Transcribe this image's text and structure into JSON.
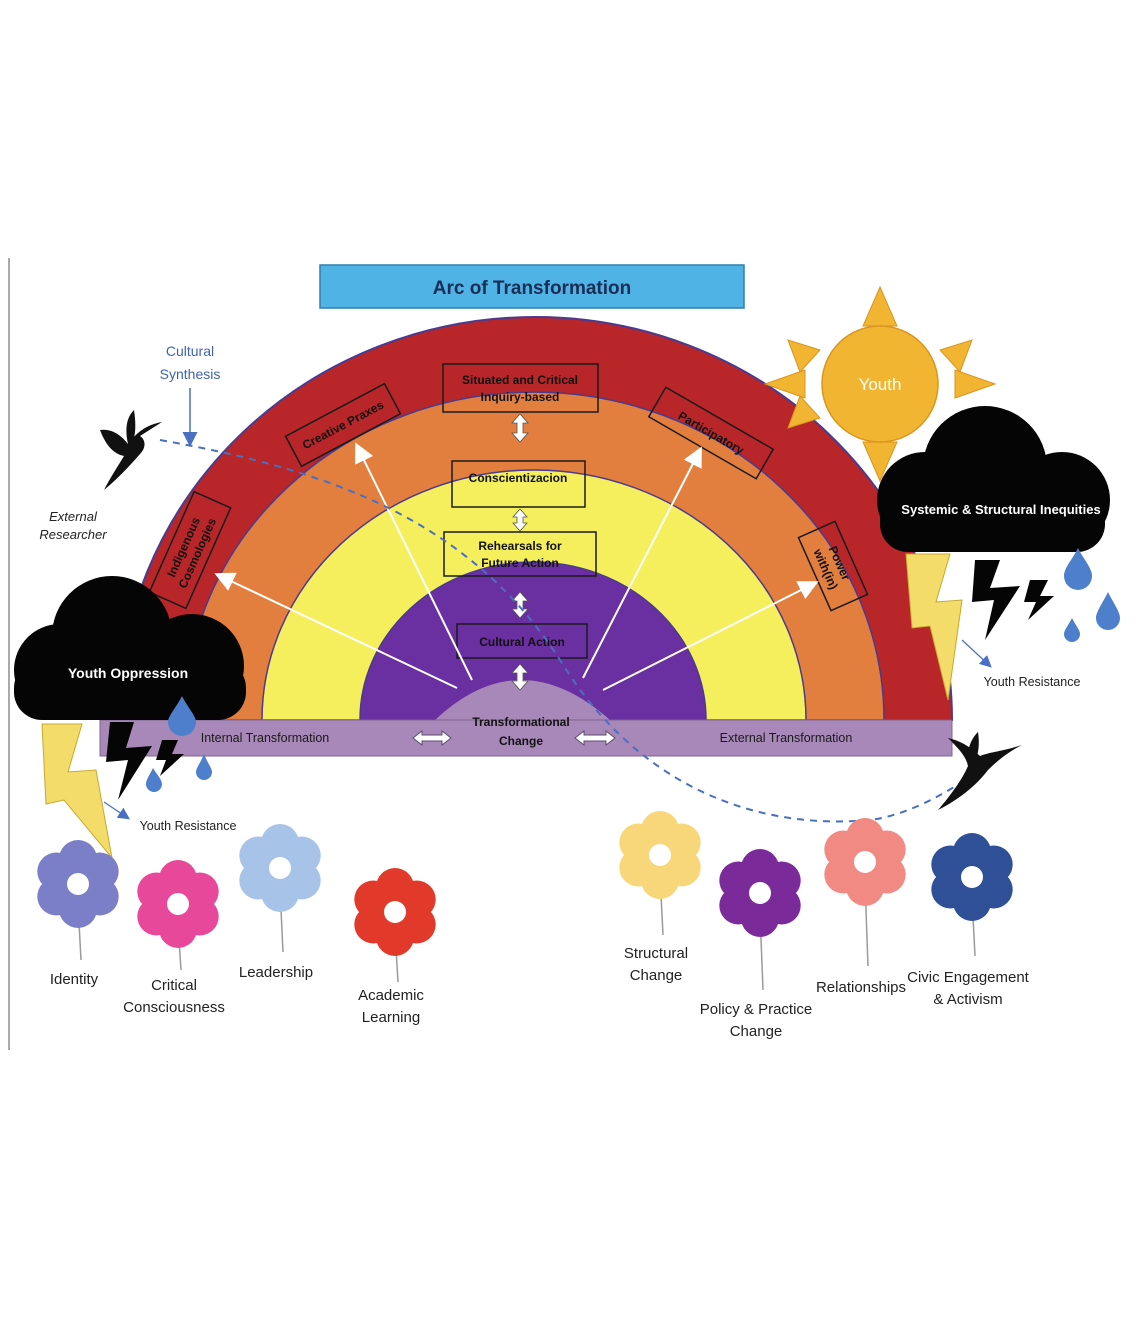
{
  "title": "Arc of Transformation",
  "sun_label": "Youth",
  "cultural_synthesis": [
    "Cultural",
    "Synthesis"
  ],
  "external_researcher": [
    "External",
    "Researcher"
  ],
  "storm_left": "Youth Oppression",
  "storm_right": "Systemic & Structural Inequities",
  "youth_resistance_left": "Youth Resistance",
  "youth_resistance_right": "Youth Resistance",
  "arc_boxes": {
    "situated": [
      "Situated and Critical",
      "Inquiry-based"
    ],
    "creative": "Creative Praxes",
    "participatory": "Participatory",
    "indigenous": [
      "Indigenous",
      "Cosmologies"
    ],
    "power": [
      "Power",
      "with(in)"
    ],
    "conscientizacion": "Conscientizacion",
    "rehearsals": [
      "Rehearsals for",
      "Future Action"
    ],
    "cultural_action": "Cultural Action"
  },
  "base": {
    "internal": "Internal Transformation",
    "external": "External Transformation",
    "center": [
      "Transformational",
      "Change"
    ]
  },
  "flowers": [
    {
      "label": [
        "Identity"
      ],
      "color": "#7b7fc8"
    },
    {
      "label": [
        "Critical",
        "Consciousness"
      ],
      "color": "#e8489a"
    },
    {
      "label": [
        "Leadership"
      ],
      "color": "#a7c4e8"
    },
    {
      "label": [
        "Academic",
        "Learning"
      ],
      "color": "#e23a2a"
    },
    {
      "label": [
        "Structural",
        "Change"
      ],
      "color": "#f7d77a"
    },
    {
      "label": [
        "Policy & Practice",
        "Change"
      ],
      "color": "#7b2a9a"
    },
    {
      "label": [
        "Relationships"
      ],
      "color": "#f08a82"
    },
    {
      "label": [
        "Civic Engagement",
        "& Activism"
      ],
      "color": "#2f4f96"
    }
  ],
  "colors": {
    "band_red": "#b8262a",
    "band_orange": "#e27f3e",
    "band_yellow": "#f5ef5e",
    "band_purple": "#6a2fa0",
    "base_lavender": "#a888b8",
    "title_box": "#4fb3e6",
    "sun": "#f2b531"
  }
}
